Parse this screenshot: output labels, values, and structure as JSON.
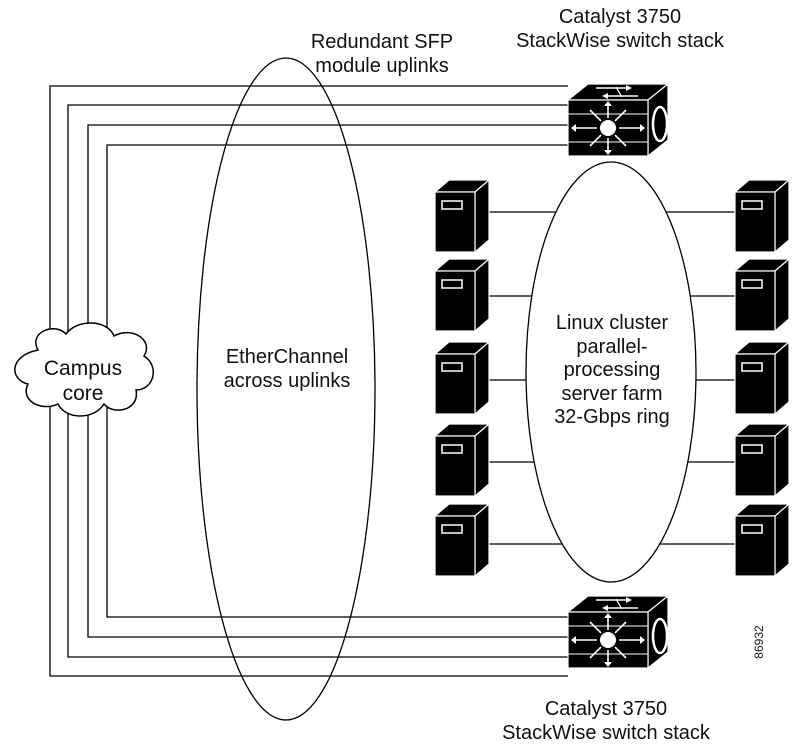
{
  "labels": {
    "top_switch": [
      "Catalyst 3750",
      "StackWise switch stack"
    ],
    "bottom_switch": [
      "Catalyst 3750",
      "StackWise switch stack"
    ],
    "uplinks": [
      "Redundant SFP",
      "module uplinks"
    ],
    "etherchannel": [
      "EtherChannel",
      "across uplinks"
    ],
    "campus": [
      "Campus",
      "core"
    ],
    "cluster": [
      "Linux cluster",
      "parallel-",
      "processing",
      "server farm",
      "32-Gbps ring"
    ],
    "figure_id": "86932"
  },
  "icons": {
    "switch": "multilayer-switch-icon",
    "server": "server-tower-icon",
    "cloud": "cloud-icon"
  },
  "server_rows": 5
}
